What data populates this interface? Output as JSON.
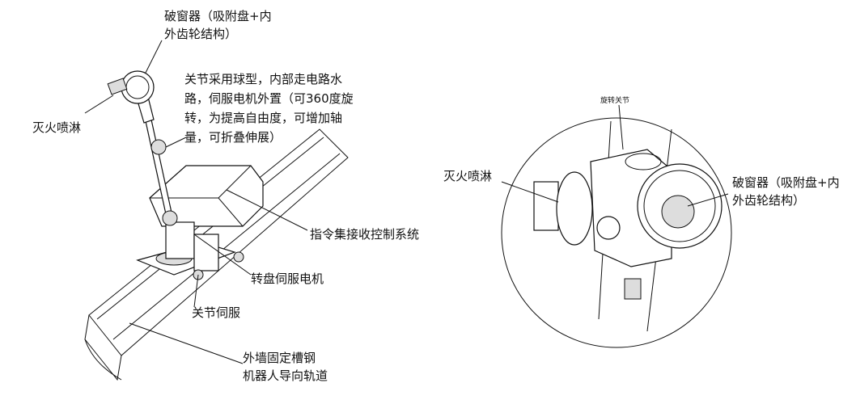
{
  "left_figure": {
    "window_breaker_line1": "破窗器（吸附盘+内",
    "window_breaker_line2": "外齿轮结构）",
    "joint_desc_lines": [
      "关节采用球型，内部走电路水",
      "路，伺服电机外置（可360度旋",
      "转，为提高自由度，可增加轴",
      "量，可折叠伸展）"
    ],
    "sprinkler": "灭火喷淋",
    "control_system": "指令集接收控制系统",
    "turntable_servo": "转盘伺服电机",
    "joint_servo": "关节伺服",
    "channel_steel": "外墙固定槽钢",
    "guide_rail": "机器人导向轨道"
  },
  "right_figure": {
    "rotary_joint": "旋转关节",
    "sprinkler": "灭火喷淋",
    "window_breaker_line1": "破窗器（吸附盘+内",
    "window_breaker_line2": "外齿轮结构）"
  }
}
